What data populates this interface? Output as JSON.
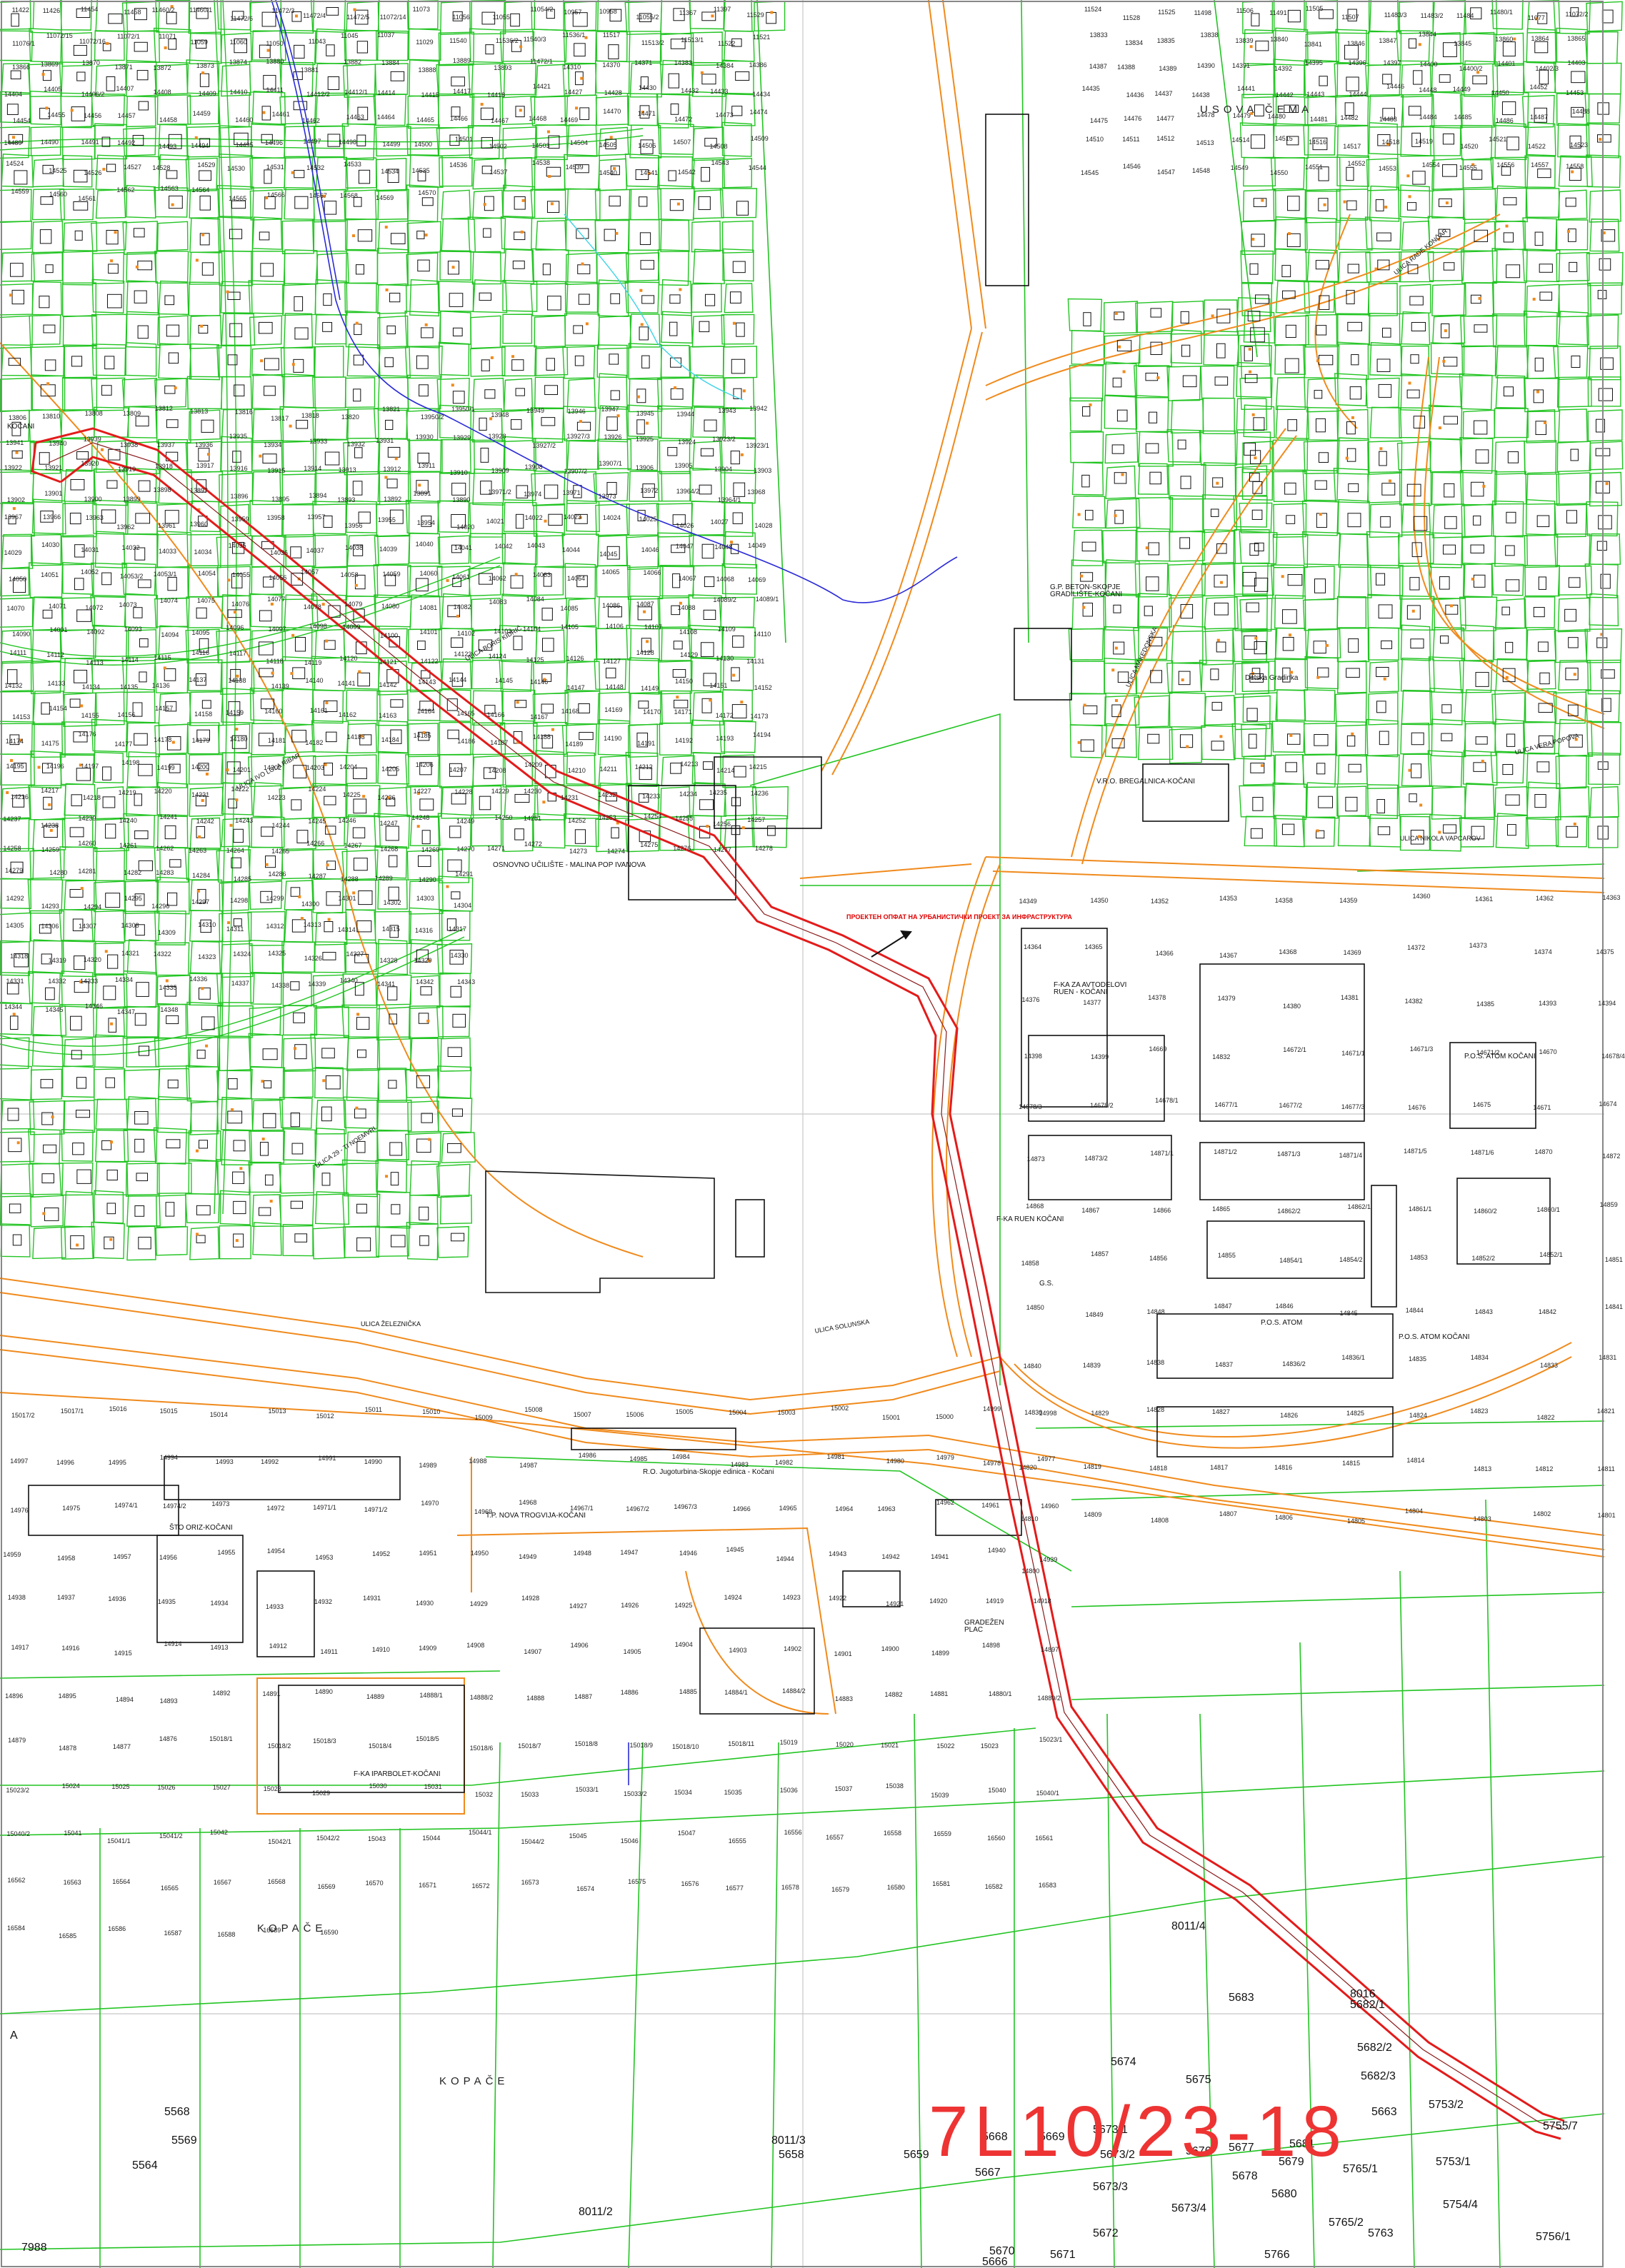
{
  "place_names": [
    "USOVA ČEMA",
    "KOPAČE",
    "KOPAČE",
    "KOČANI",
    "A"
  ],
  "facilities": [
    "G.P. BETON-SKOPJE GRADILIŠTE-KOČANI",
    "Detska Gradinka",
    "V.R.O. BREGALNICA-KOČANI",
    "OSNOVNO UČILIŠTE - MALINA POP IVANOVA",
    "F-KA ZA AVTODELOVI RUEN - KOČANI",
    "P.O.S. ATOM KOČANI",
    "F-KA RUEN KOČANI",
    "G.S.",
    "P.O.S. ATOM",
    "P.O.S. ATOM KOČANI",
    "T.P. NOVA TROGVIJA-KOČANI",
    "R.O. Jugoturbina-Skopje edinica - Kočani",
    "GRADEŽEN PLAC",
    "F-KA IPARBOLET-KOČANI",
    "ŠTO ORIZ-KOČANI"
  ],
  "streets": [
    "ULICA IVO LOLA RIBAR",
    "ULICA 29 - TI NOEMVRI",
    "ULICA ŽELEZNIČKA",
    "ULICA NIKOLA VAPCAROV",
    "ULICA VERA POPOVA",
    "ULICA MAKEDONSKA",
    "ULICA BORIS KIDRIČ",
    "ULICA SOLUNSKA",
    "ULICA RADE KONČAR"
  ],
  "red_note": "ПРОЕКТЕН ОПФАТ НА УРБАНИСТИЧКИ ПРОЕКТ ЗА ИНФРАСТРУКТУРА",
  "parcels_top": [
    "11422",
    "11426",
    "11454",
    "11458",
    "11460/2",
    "11460/1",
    "11472/6",
    "11472/3",
    "11472/4",
    "11472/5",
    "11072/14",
    "11073",
    "11056",
    "11055",
    "11054/2",
    "10957",
    "10958",
    "11055/2",
    "11367",
    "11397",
    "11529",
    "11524",
    "11528",
    "11525",
    "11498",
    "11506",
    "11491",
    "11505",
    "11507",
    "11483/3",
    "11483/2",
    "11484",
    "11480/1",
    "11077",
    "11072/2",
    "11076/1",
    "11072/15",
    "11072/16",
    "11072/1",
    "11071",
    "11059",
    "11060",
    "11050",
    "11043",
    "11045",
    "11037",
    "11029",
    "11540",
    "11536/2",
    "11540/3",
    "11536/1",
    "11517",
    "11513/2",
    "11513/1",
    "11522",
    "11521",
    "13833",
    "13834",
    "13835",
    "13838",
    "13839",
    "13840",
    "13841",
    "13846",
    "13847",
    "13844",
    "13845",
    "13860",
    "13864",
    "13865",
    "13866",
    "13869",
    "13870",
    "13871",
    "13872",
    "13873",
    "13874",
    "13880",
    "13881",
    "13882",
    "13884",
    "13888",
    "13889",
    "13893",
    "11472/1",
    "14310",
    "14370",
    "14371",
    "14383",
    "14384",
    "14386",
    "14387",
    "14388",
    "14389",
    "14390",
    "14391",
    "14392",
    "14395",
    "14396",
    "14397",
    "14400",
    "14400/2",
    "14401",
    "14402/3",
    "14403",
    "14404",
    "14405",
    "14406/2",
    "14407",
    "14408",
    "14409",
    "14410",
    "14411",
    "14412/2",
    "14412/1",
    "14414",
    "14415",
    "14417",
    "14418",
    "14421",
    "14427",
    "14428",
    "14430",
    "14432",
    "14433",
    "14434",
    "14435",
    "14436",
    "14437",
    "14438",
    "14441",
    "14442",
    "14443",
    "14444",
    "14446",
    "14448",
    "14449",
    "14450",
    "14452",
    "14453",
    "14454",
    "14455",
    "14456",
    "14457",
    "14458",
    "14459",
    "14460",
    "14461",
    "14462",
    "14463",
    "14464",
    "14465",
    "14466",
    "14467",
    "14468",
    "14469",
    "14470",
    "14471",
    "14472",
    "14473",
    "14474",
    "14475",
    "14476",
    "14477",
    "14478",
    "14479",
    "14480",
    "14481",
    "14482",
    "14483",
    "14484",
    "14485",
    "14486",
    "14487",
    "14488",
    "14489",
    "14490",
    "14491",
    "14492",
    "14493",
    "14494",
    "14495",
    "14496",
    "14497",
    "14498",
    "14499",
    "14500",
    "14501",
    "14502",
    "14503",
    "14504",
    "14505",
    "14506",
    "14507",
    "14508",
    "14509",
    "14510",
    "14511",
    "14512",
    "14513",
    "14514",
    "14515",
    "14516",
    "14517",
    "14518",
    "14519",
    "14520",
    "14521",
    "14522",
    "14523",
    "14524",
    "14525",
    "14526",
    "14527",
    "14528",
    "14529",
    "14530",
    "14531",
    "14532",
    "14533",
    "14534",
    "14535",
    "14536",
    "14537",
    "14538",
    "14539",
    "14540",
    "14541",
    "14542",
    "14543",
    "14544",
    "14545",
    "14546",
    "14547",
    "14548",
    "14549",
    "14550",
    "14551",
    "14552",
    "14553",
    "14554",
    "14555",
    "14556",
    "14557",
    "14558",
    "14559",
    "14560",
    "14561",
    "14562",
    "14563",
    "14564",
    "14565",
    "14566",
    "14567",
    "14568",
    "14569",
    "14570"
  ],
  "parcels_mid": [
    "13806",
    "13810",
    "13808",
    "13809",
    "13812",
    "13813",
    "13816",
    "13817",
    "13818",
    "13820",
    "13821",
    "13950/2",
    "13950/1",
    "13948",
    "13949",
    "13946",
    "13947",
    "13945",
    "13944",
    "13943",
    "13942",
    "13941",
    "13940",
    "13939",
    "13938",
    "13937",
    "13936",
    "13935",
    "13934",
    "13933",
    "13932",
    "13931",
    "13930",
    "13929",
    "13928",
    "13927/2",
    "13927/3",
    "13926",
    "13925",
    "13924",
    "13923/2",
    "13923/1",
    "13922",
    "13921",
    "13920",
    "13919",
    "13918",
    "13917",
    "13916",
    "13915",
    "13914",
    "13913",
    "13912",
    "13911",
    "13910",
    "13909",
    "13908",
    "13907/2",
    "13907/1",
    "13906",
    "13905",
    "13904",
    "13903",
    "13902",
    "13901",
    "13900",
    "13899",
    "13898",
    "13897",
    "13896",
    "13895",
    "13894",
    "13893",
    "13892",
    "13891",
    "13890",
    "13971/2",
    "13974",
    "13971",
    "13973",
    "13972",
    "13964/2",
    "13964/1",
    "13968",
    "13967",
    "13966",
    "13963",
    "13962",
    "13961",
    "13960",
    "13959",
    "13958",
    "13957",
    "13956",
    "13955",
    "13954",
    "14020",
    "14021",
    "14022",
    "14023",
    "14024",
    "14025",
    "14026",
    "14027",
    "14028",
    "14029",
    "14030",
    "14031",
    "14032",
    "14033",
    "14034",
    "14035",
    "14036",
    "14037",
    "14038",
    "14039",
    "14040",
    "14041",
    "14042",
    "14043",
    "14044",
    "14045",
    "14046",
    "14047",
    "14048",
    "14049",
    "14050",
    "14051",
    "14052",
    "14053/2",
    "14053/1",
    "14054",
    "14055",
    "14056",
    "14057",
    "14058",
    "14059",
    "14060",
    "14061",
    "14062",
    "14063",
    "14064",
    "14065",
    "14066",
    "14067",
    "14068",
    "14069",
    "14070",
    "14071",
    "14072",
    "14073",
    "14074",
    "14075",
    "14076",
    "14077",
    "14078",
    "14079",
    "14080",
    "14081",
    "14082",
    "14083",
    "14084",
    "14085",
    "14086",
    "14087",
    "14088",
    "14089/2",
    "14089/1",
    "14090",
    "14091",
    "14092",
    "14093",
    "14094",
    "14095",
    "14096",
    "14097",
    "14098",
    "14099",
    "14100",
    "14101",
    "14102",
    "14103",
    "14104",
    "14105",
    "14106",
    "14107",
    "14108",
    "14109",
    "14110",
    "14111",
    "14112",
    "14113",
    "14114",
    "14115",
    "14116",
    "14117",
    "14118",
    "14119",
    "14120",
    "14121",
    "14122",
    "14123",
    "14124",
    "14125",
    "14126",
    "14127",
    "14128",
    "14129",
    "14130",
    "14131",
    "14132",
    "14133",
    "14134",
    "14135",
    "14136",
    "14137",
    "14138",
    "14139",
    "14140",
    "14141",
    "14142",
    "14143",
    "14144",
    "14145",
    "14146",
    "14147",
    "14148",
    "14149",
    "14150",
    "14151",
    "14152",
    "14153",
    "14154",
    "14155",
    "14156",
    "14157",
    "14158",
    "14159",
    "14160",
    "14161",
    "14162",
    "14163",
    "14164",
    "14165",
    "14166",
    "14167",
    "14168",
    "14169",
    "14170",
    "14171",
    "14172",
    "14173",
    "14174",
    "14175",
    "14176",
    "14177",
    "14178",
    "14179",
    "14180",
    "14181",
    "14182",
    "14183",
    "14184",
    "14185",
    "14186",
    "14187",
    "14188",
    "14189",
    "14190",
    "14191",
    "14192",
    "14193",
    "14194",
    "14195",
    "14196",
    "14197",
    "14198",
    "14199",
    "14200",
    "14201",
    "14202",
    "14203",
    "14204",
    "14205",
    "14206",
    "14207",
    "14208",
    "14209",
    "14210",
    "14211",
    "14212",
    "14213",
    "14214",
    "14215",
    "14216",
    "14217",
    "14218",
    "14219",
    "14220",
    "14221",
    "14222",
    "14223",
    "14224",
    "14225",
    "14226",
    "14227",
    "14228",
    "14229",
    "14230",
    "14231",
    "14232",
    "14233",
    "14234",
    "14235",
    "14236",
    "14237",
    "14238",
    "14239",
    "14240",
    "14241",
    "14242",
    "14243",
    "14244",
    "14245",
    "14246",
    "14247",
    "14248",
    "14249",
    "14250",
    "14251",
    "14252",
    "14253",
    "14254",
    "14255",
    "14256",
    "14257",
    "14258",
    "14259",
    "14260",
    "14261",
    "14262",
    "14263",
    "14264",
    "14265",
    "14266",
    "14267",
    "14268",
    "14269",
    "14270",
    "14271",
    "14272",
    "14273",
    "14274",
    "14275",
    "14276",
    "14277",
    "14278",
    "14279",
    "14280",
    "14281",
    "14282",
    "14283",
    "14284",
    "14285",
    "14286",
    "14287",
    "14288",
    "14289",
    "14290",
    "14291",
    "14292",
    "14293",
    "14294",
    "14295",
    "14296",
    "14297",
    "14298",
    "14299",
    "14300",
    "14301",
    "14302",
    "14303",
    "14304",
    "14305",
    "14306",
    "14307",
    "14308",
    "14309",
    "14310",
    "14311",
    "14312",
    "14313",
    "14314",
    "14315",
    "14316",
    "14317",
    "14318",
    "14319",
    "14320",
    "14321",
    "14322",
    "14323",
    "14324",
    "14325",
    "14326",
    "14327",
    "14328",
    "14329",
    "14330",
    "14331",
    "14332",
    "14333",
    "14334",
    "14335",
    "14336",
    "14337",
    "14338",
    "14339",
    "14340",
    "14341",
    "14342",
    "14343",
    "14344",
    "14345",
    "14346",
    "14347",
    "14348"
  ],
  "parcels_center": [
    "14349",
    "14350",
    "14352",
    "14353",
    "14358",
    "14359",
    "14360",
    "14361",
    "14362",
    "14363",
    "14364",
    "14365",
    "14366",
    "14367",
    "14368",
    "14369",
    "14372",
    "14373",
    "14374",
    "14375",
    "14376",
    "14377",
    "14378",
    "14379",
    "14380",
    "14381",
    "14382",
    "14385",
    "14393",
    "14394",
    "14398",
    "14399",
    "14669",
    "14832",
    "14672/1",
    "14671/1",
    "14671/3",
    "14671/2",
    "14670",
    "14678/4",
    "14678/3",
    "14678/2",
    "14678/1",
    "14677/1",
    "14677/2",
    "14677/3",
    "14676",
    "14675",
    "14671",
    "14674",
    "14873",
    "14873/2",
    "14871/1",
    "14871/2",
    "14871/3",
    "14871/4",
    "14871/5",
    "14871/6",
    "14870",
    "14872",
    "14868",
    "14867",
    "14866",
    "14865",
    "14862/2",
    "14862/1",
    "14861/1",
    "14860/2",
    "14860/1",
    "14859",
    "14858",
    "14857",
    "14856",
    "14855",
    "14854/1",
    "14854/2",
    "14853",
    "14852/2",
    "14852/1",
    "14851",
    "14850",
    "14849",
    "14848",
    "14847",
    "14846",
    "14845",
    "14844",
    "14843",
    "14842",
    "14841",
    "14840",
    "14839",
    "14838",
    "14837",
    "14836/2",
    "14836/1",
    "14835",
    "14834",
    "14833",
    "14831",
    "14830",
    "14829",
    "14828",
    "14827",
    "14826",
    "14825",
    "14824",
    "14823",
    "14822",
    "14821",
    "14820",
    "14819",
    "14818",
    "14817",
    "14816",
    "14815",
    "14814",
    "14813",
    "14812",
    "14811",
    "14810",
    "14809",
    "14808",
    "14807",
    "14806",
    "14805",
    "14804",
    "14803",
    "14802",
    "14801",
    "14800"
  ],
  "parcels_bottom": [
    "15017/2",
    "15017/1",
    "15016",
    "15015",
    "15014",
    "15013",
    "15012",
    "15011",
    "15010",
    "15009",
    "15008",
    "15007",
    "15006",
    "15005",
    "15004",
    "15003",
    "15002",
    "15001",
    "15000",
    "14999",
    "14998",
    "14997",
    "14996",
    "14995",
    "14994",
    "14993",
    "14992",
    "14991",
    "14990",
    "14989",
    "14988",
    "14987",
    "14986",
    "14985",
    "14984",
    "14983",
    "14982",
    "14981",
    "14980",
    "14979",
    "14978",
    "14977",
    "14976",
    "14975",
    "14974/1",
    "14974/2",
    "14973",
    "14972",
    "14971/1",
    "14971/2",
    "14970",
    "14969",
    "14968",
    "14967/1",
    "14967/2",
    "14967/3",
    "14966",
    "14965",
    "14964",
    "14963",
    "14962",
    "14961",
    "14960",
    "14959",
    "14958",
    "14957",
    "14956",
    "14955",
    "14954",
    "14953",
    "14952",
    "14951",
    "14950",
    "14949",
    "14948",
    "14947",
    "14946",
    "14945",
    "14944",
    "14943",
    "14942",
    "14941",
    "14940",
    "14939",
    "14938",
    "14937",
    "14936",
    "14935",
    "14934",
    "14933",
    "14932",
    "14931",
    "14930",
    "14929",
    "14928",
    "14927",
    "14926",
    "14925",
    "14924",
    "14923",
    "14922",
    "14921",
    "14920",
    "14919",
    "14918",
    "14917",
    "14916",
    "14915",
    "14914",
    "14913",
    "14912",
    "14911",
    "14910",
    "14909",
    "14908",
    "14907",
    "14906",
    "14905",
    "14904",
    "14903",
    "14902",
    "14901",
    "14900",
    "14899",
    "14898",
    "14897",
    "14896",
    "14895",
    "14894",
    "14893",
    "14892",
    "14891",
    "14890",
    "14889",
    "14888/1",
    "14888/2",
    "14888",
    "14887",
    "14886",
    "14885",
    "14884/1",
    "14884/2",
    "14883",
    "14882",
    "14881",
    "14880/1",
    "14880/2",
    "14879",
    "14878",
    "14877",
    "14876",
    "15018/1",
    "15018/2",
    "15018/3",
    "15018/4",
    "15018/5",
    "15018/6",
    "15018/7",
    "15018/8",
    "15018/9",
    "15018/10",
    "15018/11",
    "15019",
    "15020",
    "15021",
    "15022",
    "15023",
    "15023/1",
    "15023/2",
    "15024",
    "15025",
    "15026",
    "15027",
    "15028",
    "15029",
    "15030",
    "15031",
    "15032",
    "15033",
    "15033/1",
    "15033/2",
    "15034",
    "15035",
    "15036",
    "15037",
    "15038",
    "15039",
    "15040",
    "15040/1",
    "15040/2",
    "15041",
    "15041/1",
    "15041/2",
    "15042",
    "15042/1",
    "15042/2",
    "15043",
    "15044",
    "15044/1",
    "15044/2",
    "15045",
    "15046",
    "15047",
    "16555",
    "16556",
    "16557",
    "16558",
    "16559",
    "16560",
    "16561",
    "16562",
    "16563",
    "16564",
    "16565",
    "16567",
    "16568",
    "16569",
    "16570",
    "16571",
    "16572",
    "16573",
    "16574",
    "16575",
    "16576",
    "16577",
    "16578",
    "16579",
    "16580",
    "16581",
    "16582",
    "16583",
    "16584",
    "16585",
    "16586",
    "16587",
    "16588",
    "16589",
    "16590"
  ],
  "big_parcels": [
    "5568",
    "5569",
    "5564",
    "5658",
    "5659",
    "5668",
    "5669",
    "5667",
    "5670",
    "5666",
    "5671",
    "5672",
    "5673/1",
    "5673/2",
    "5673/3",
    "5673/4",
    "5674",
    "5675",
    "5676",
    "5677",
    "5678",
    "5679",
    "5680",
    "5681",
    "5682/1",
    "5682/2",
    "5682/3",
    "5683",
    "5663",
    "5753/1",
    "5753/2",
    "5754/4",
    "5755/7",
    "5756/1",
    "5763",
    "5765/1",
    "5765/2",
    "5766",
    "7988",
    "8011/2",
    "8011/3",
    "8011/4",
    "8016"
  ],
  "handwritten": "7L10/23-18"
}
